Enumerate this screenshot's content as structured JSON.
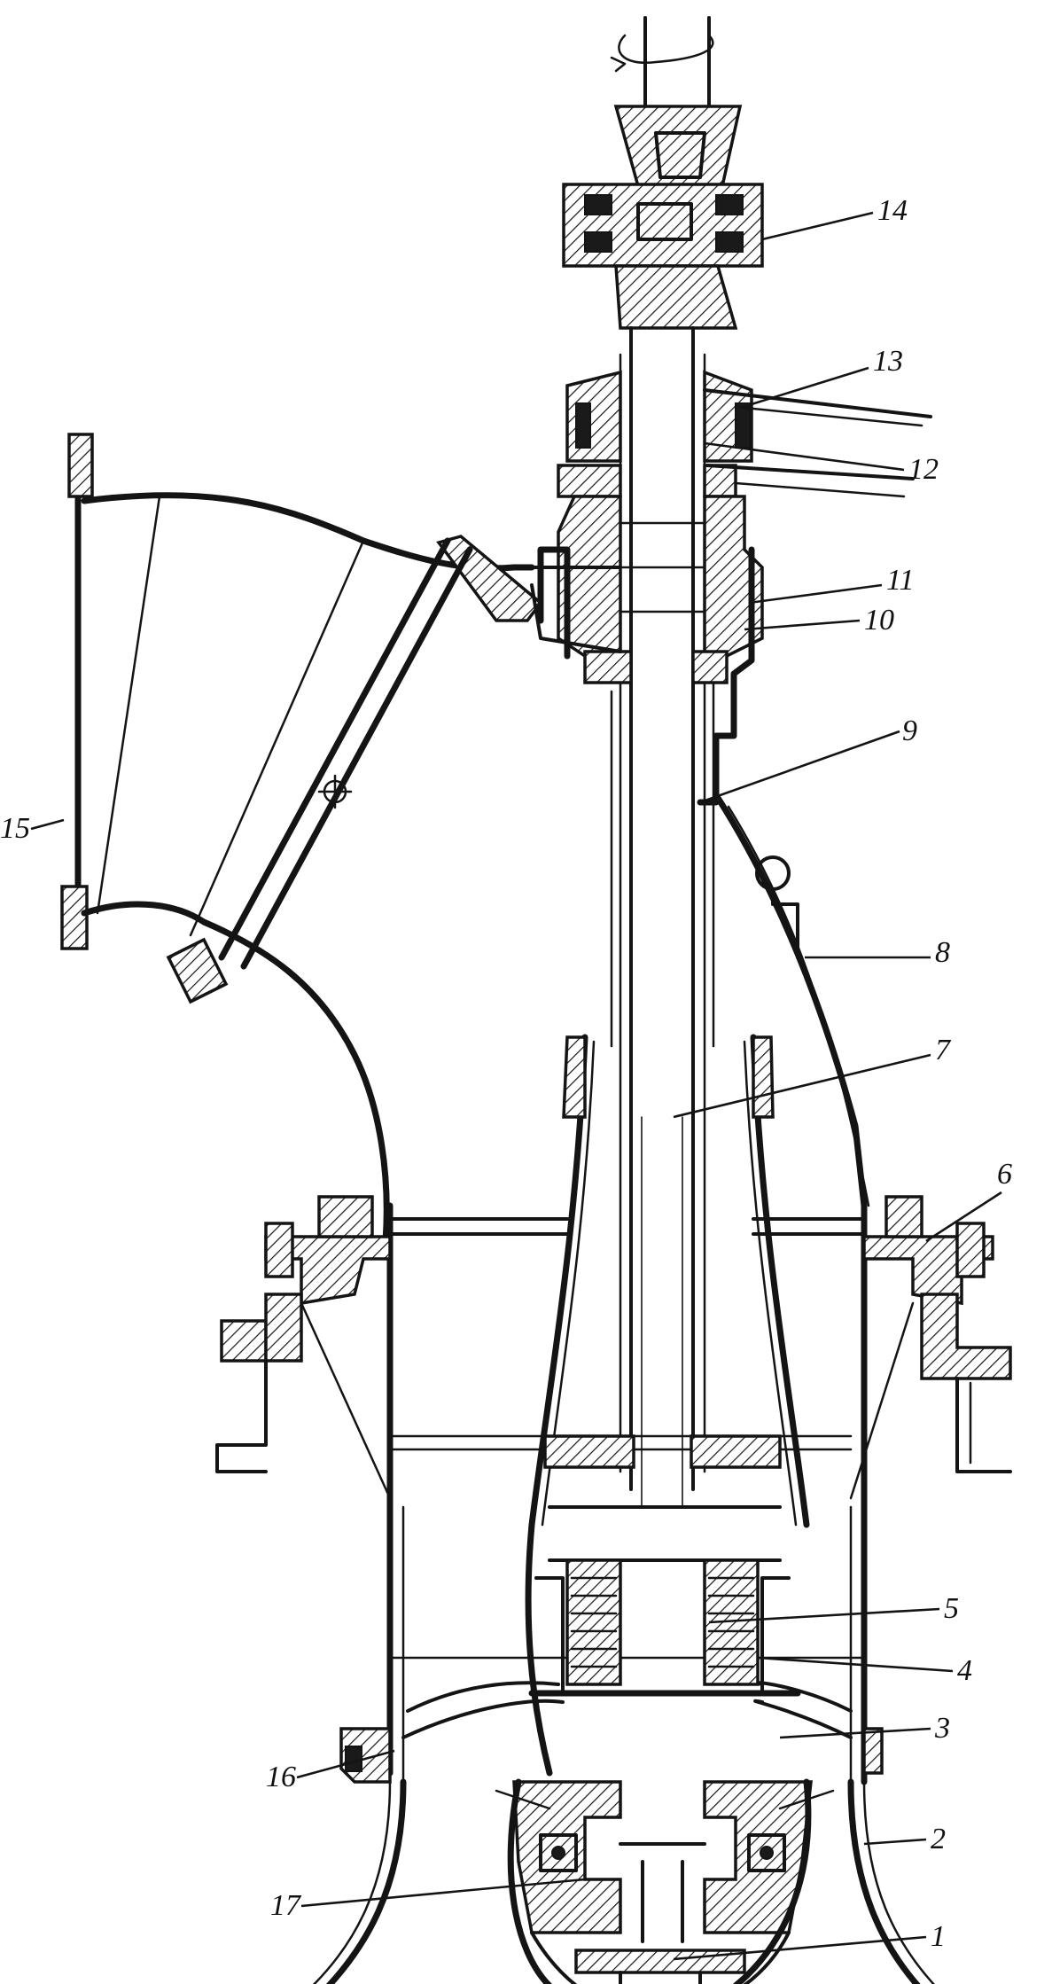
{
  "callouts": [
    {
      "id": "1",
      "text": "1"
    },
    {
      "id": "2",
      "text": "2"
    },
    {
      "id": "3",
      "text": "3"
    },
    {
      "id": "4",
      "text": "4"
    },
    {
      "id": "5",
      "text": "5"
    },
    {
      "id": "6",
      "text": "6"
    },
    {
      "id": "7",
      "text": "7"
    },
    {
      "id": "8",
      "text": "8"
    },
    {
      "id": "9",
      "text": "9"
    },
    {
      "id": "10",
      "text": "10"
    },
    {
      "id": "11",
      "text": "11"
    },
    {
      "id": "12",
      "text": "12"
    },
    {
      "id": "13",
      "text": "13"
    },
    {
      "id": "14",
      "text": "14"
    },
    {
      "id": "15",
      "text": "15"
    },
    {
      "id": "16",
      "text": "16"
    },
    {
      "id": "17",
      "text": "17"
    }
  ],
  "colors": {
    "ink": "#141414",
    "paper": "#ffffff"
  }
}
